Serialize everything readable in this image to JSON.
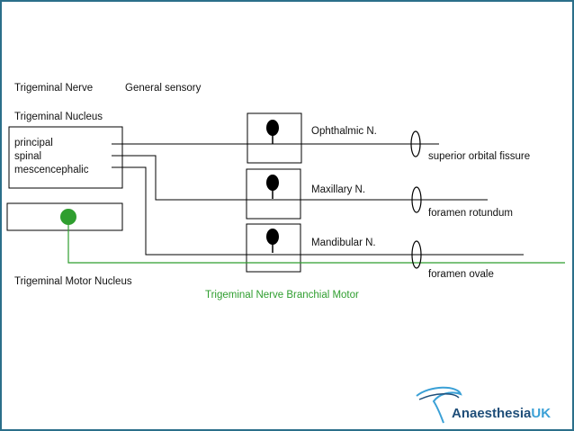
{
  "title_left": "Trigeminal Nerve",
  "title_right": "General sensory",
  "nucleus_title": "Trigeminal Nucleus",
  "nucleus_items": [
    "principal",
    "spinal",
    "mescencephalic"
  ],
  "motor_nucleus_label": "Trigeminal Motor Nucleus",
  "branchial_motor_label": "Trigeminal Nerve Branchial Motor",
  "branches": [
    {
      "name": "Ophthalmic N.",
      "foramen": "superior orbital fissure"
    },
    {
      "name": "Maxillary N.",
      "foramen": "foramen rotundum"
    },
    {
      "name": "Mandibular N.",
      "foramen": "foramen ovale"
    }
  ],
  "logo": {
    "main": "Anaesthesia",
    "suffix": "UK"
  },
  "colors": {
    "border": "#2b6f8a",
    "green": "#2f9e2f",
    "logo_blue": "#1f4e79",
    "logo_uk": "#3aa0d6",
    "black": "#000000"
  }
}
